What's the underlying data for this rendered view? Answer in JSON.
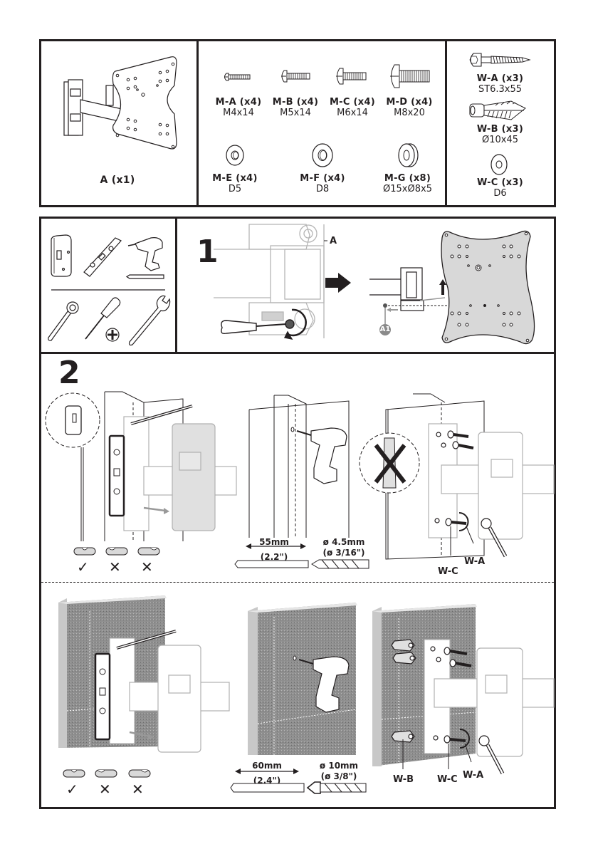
{
  "parts": {
    "bracket": {
      "label": "A (x1)"
    },
    "screws": [
      {
        "id": "M-A (x4)",
        "size": "M4x14"
      },
      {
        "id": "M-B (x4)",
        "size": "M5x14"
      },
      {
        "id": "M-C (x4)",
        "size": "M6x14"
      },
      {
        "id": "M-D (x4)",
        "size": "M8x20"
      }
    ],
    "washers": [
      {
        "id": "M-E (x4)",
        "size": "D5"
      },
      {
        "id": "M-F (x4)",
        "size": "D8"
      },
      {
        "id": "M-G (x8)",
        "size": "Ø15xØ8x5"
      }
    ],
    "wall_hardware": [
      {
        "id": "W-A (x3)",
        "size": "ST6.3x55"
      },
      {
        "id": "W-B (x3)",
        "size": "Ø10x45"
      },
      {
        "id": "W-C (x3)",
        "size": "D6"
      }
    ]
  },
  "tools": [
    "stud-finder",
    "spirit-level",
    "drill",
    "drill-bit",
    "socket-wrench",
    "phillips-screwdriver",
    "open-wrench"
  ],
  "step1": {
    "number": "1",
    "callout_a": "A",
    "callout_a1": "A1"
  },
  "step2": {
    "number": "2",
    "wood": {
      "depth": "55mm",
      "depth_in": "(2.2\")",
      "bit": "ø 4.5mm",
      "bit_in": "(ø 3/16\")",
      "callout_wc": "W-C",
      "callout_wa": "W-A"
    },
    "concrete": {
      "depth": "60mm",
      "depth_in": "(2.4\")",
      "bit": "ø 10mm",
      "bit_in": "(ø 3/8\")",
      "callout_wb": "W-B",
      "callout_wc": "W-C",
      "callout_wa": "W-A"
    },
    "level_marks": [
      "✓",
      "✕",
      "✕"
    ]
  },
  "colors": {
    "ink": "#231f20",
    "grey": "#8a8a8a",
    "light": "#d9d9d9",
    "concrete": "#8f8f8f"
  }
}
